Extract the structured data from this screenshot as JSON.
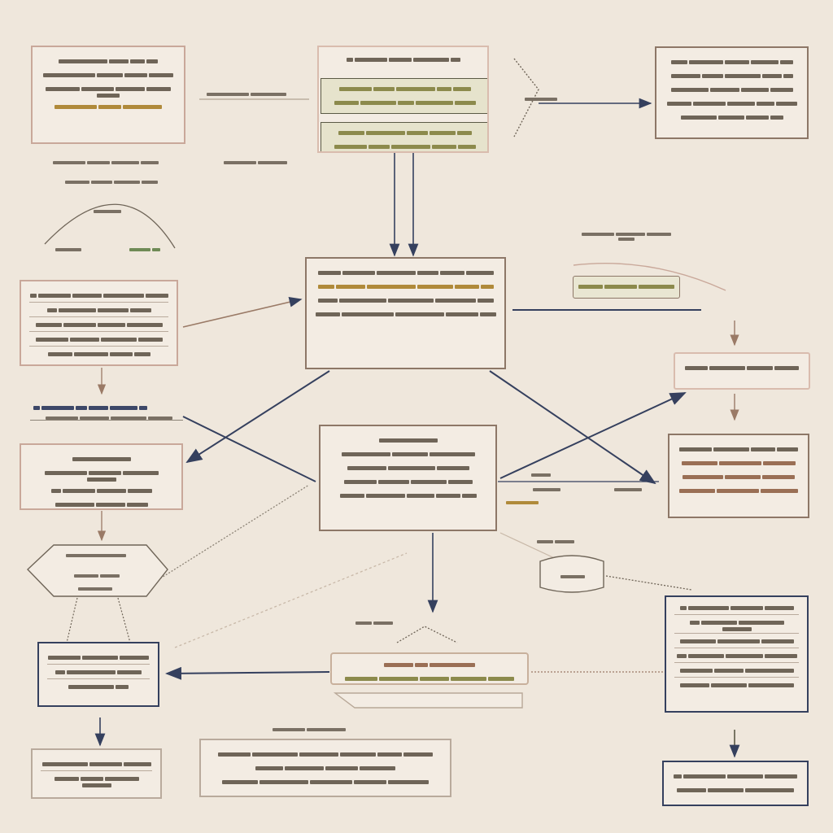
{
  "palette": {
    "background": "#efe7dc",
    "navy": "#35405e",
    "rose": "#c9a89a",
    "brown": "#8d7767",
    "olive": "#5b5a45"
  },
  "diagram": {
    "nodes": [
      {
        "id": "top-left",
        "lines": 4
      },
      {
        "id": "top-center",
        "lines": 3
      },
      {
        "id": "top-right",
        "lines": 5
      },
      {
        "id": "mid-left-upper",
        "lines": 5
      },
      {
        "id": "center-upper",
        "lines": 3
      },
      {
        "id": "right-pill",
        "lines": 1
      },
      {
        "id": "left-strip",
        "lines": 1
      },
      {
        "id": "mid-left-lower",
        "lines": 4
      },
      {
        "id": "center-lower",
        "lines": 4
      },
      {
        "id": "right-middle",
        "lines": 3
      },
      {
        "id": "left-hexagon",
        "lines": 3
      },
      {
        "id": "cylinder",
        "lines": 1
      },
      {
        "id": "bottom-left-navy",
        "lines": 3
      },
      {
        "id": "bottom-center-band",
        "lines": 2
      },
      {
        "id": "bottom-right-navy",
        "lines": 6
      },
      {
        "id": "bottom-left-small",
        "lines": 2
      },
      {
        "id": "bottom-center-wide",
        "lines": 3
      },
      {
        "id": "bottom-right-small",
        "lines": 2
      }
    ],
    "edges": [
      {
        "from": "top-center",
        "to": "center-upper"
      },
      {
        "from": "center-upper",
        "to": "mid-left-lower"
      },
      {
        "from": "center-upper",
        "to": "right-middle"
      },
      {
        "from": "mid-left-upper",
        "to": "center-upper"
      },
      {
        "from": "left-strip",
        "to": "center-lower"
      },
      {
        "from": "right-middle",
        "to": "center-lower"
      },
      {
        "from": "center-lower",
        "to": "bottom-center-band"
      },
      {
        "from": "bottom-center-band",
        "to": "bottom-left-navy"
      },
      {
        "from": "bottom-right-navy",
        "to": "bottom-center-band"
      },
      {
        "from": "bottom-left-navy",
        "to": "bottom-left-small"
      },
      {
        "from": "bottom-right-navy",
        "to": "bottom-right-small"
      },
      {
        "from": "mid-left-upper",
        "to": "mid-left-lower"
      },
      {
        "from": "mid-left-lower",
        "to": "left-hexagon"
      },
      {
        "from": "right-pill",
        "to": "right-middle"
      }
    ]
  }
}
